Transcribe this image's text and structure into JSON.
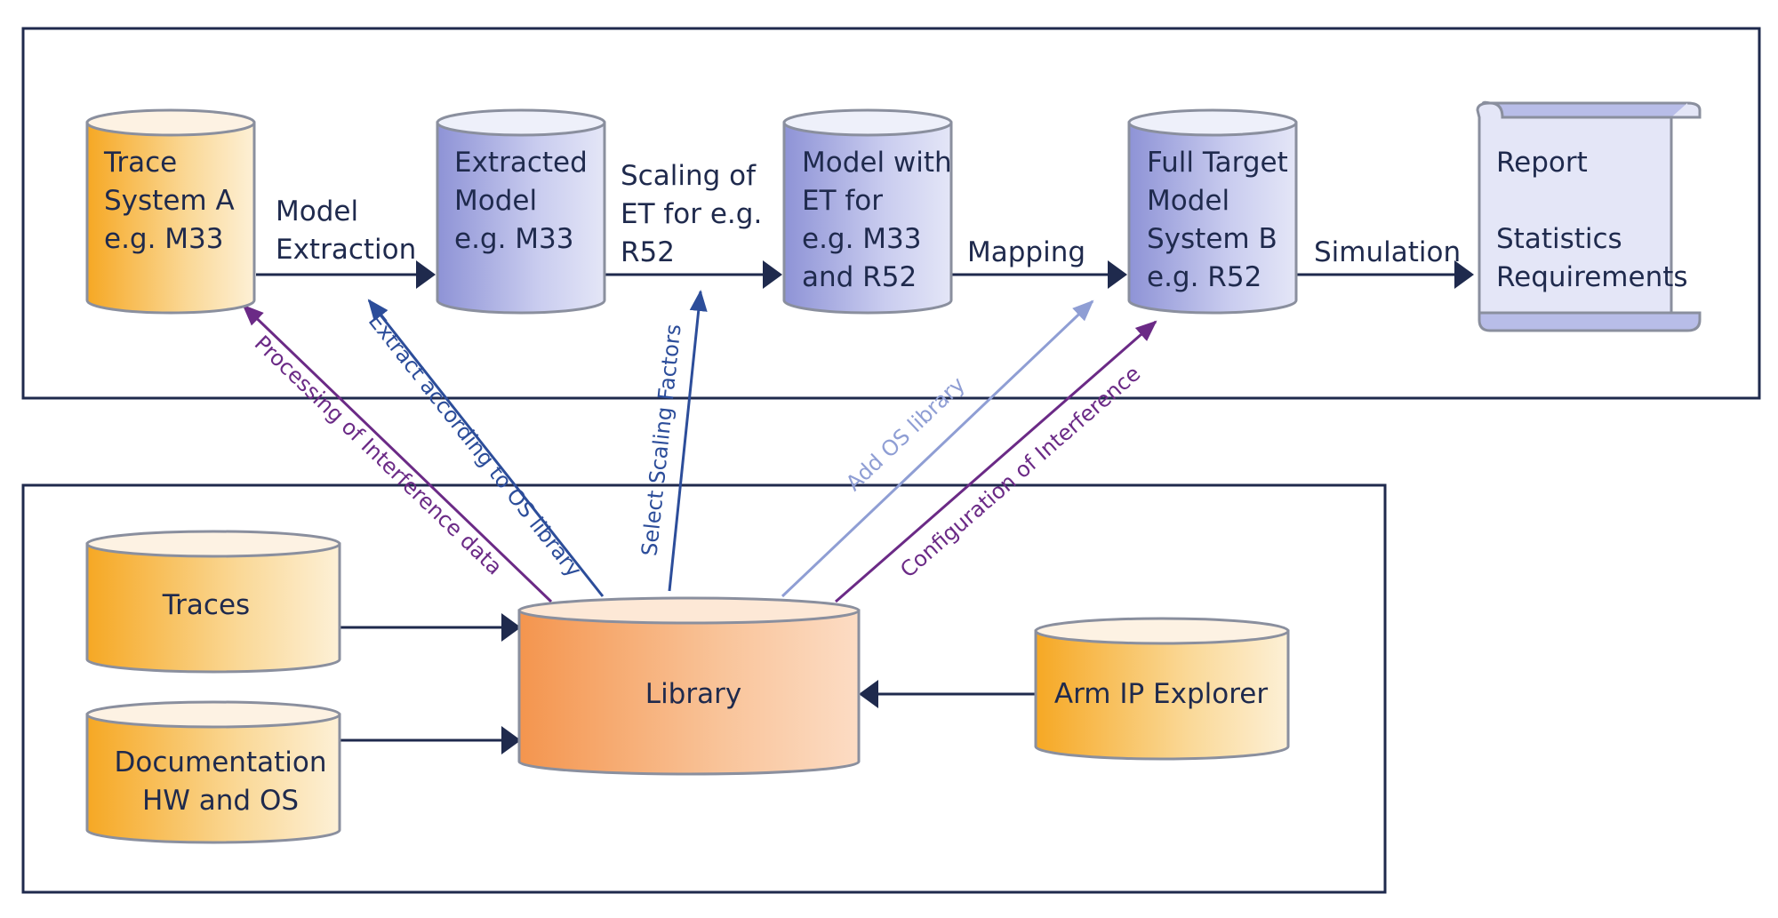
{
  "colors": {
    "frame": "#1f2a4d",
    "flow_arrow": "#1f2a4d",
    "text": "#1f2a4d",
    "purple": "#6b2a86",
    "blue": "#2c4d9a",
    "light_blue": "#8f9ed4",
    "orange_db": "#f5b041",
    "violet_db": "#b8bde8",
    "library_db": "#f5a060"
  },
  "nodes": {
    "trace_a": [
      "Trace",
      "System A",
      "e.g. M33"
    ],
    "extracted": [
      "Extracted",
      "Model",
      "e.g. M33"
    ],
    "model_et": [
      "Model with",
      "ET for",
      "e.g. M33",
      "and R52"
    ],
    "full_target": [
      "Full Target",
      "Model",
      "System B",
      "e.g. R52"
    ],
    "report": [
      "Report",
      "",
      "Statistics",
      "Requirements"
    ],
    "traces": [
      "Traces"
    ],
    "documentation": [
      "Documentation",
      "HW and OS"
    ],
    "library": [
      "Library"
    ],
    "arm_ip": [
      "Arm IP Explorer"
    ]
  },
  "flow_labels": {
    "model_extraction": [
      "Model",
      "Extraction"
    ],
    "scaling": [
      "Scaling of",
      "ET for e.g.",
      "R52"
    ],
    "mapping": [
      "Mapping"
    ],
    "simulation": [
      "Simulation"
    ]
  },
  "library_arrows": {
    "processing": "Processing of Interference data",
    "extract_os": "Extract according to OS library",
    "select_scaling": "Select Scaling Factors",
    "add_os": "Add OS library",
    "config_interference": "Configuration of Interference"
  }
}
